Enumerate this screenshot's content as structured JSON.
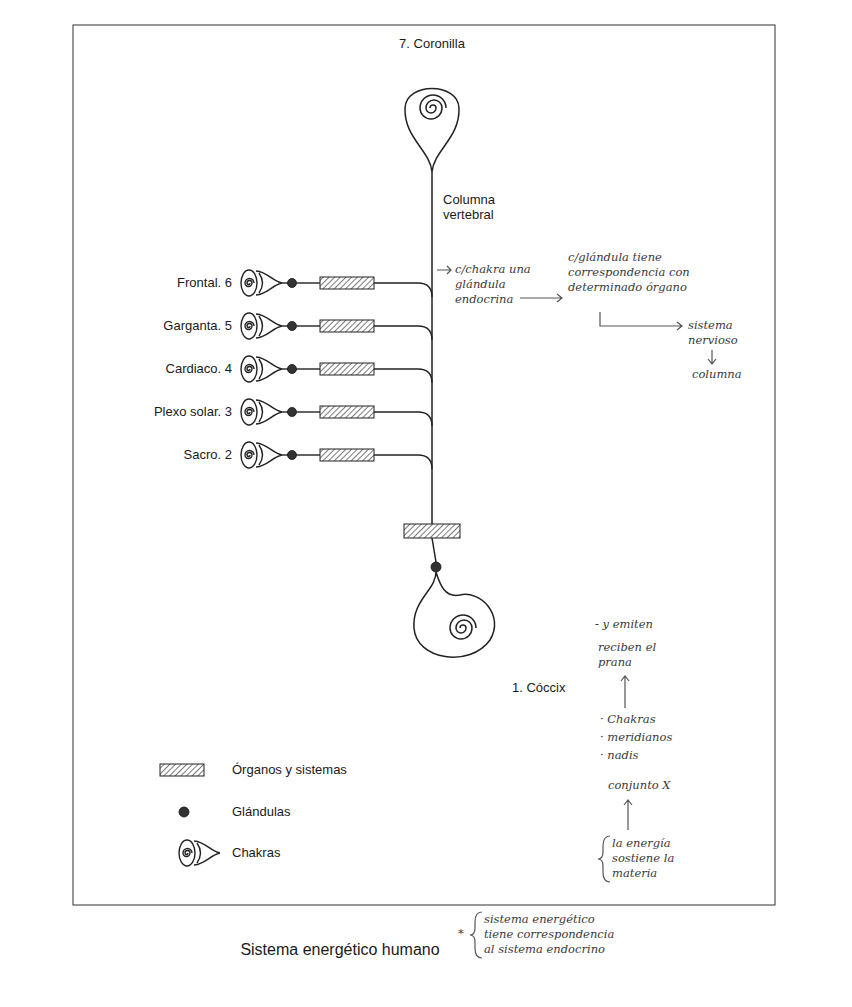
{
  "diagram": {
    "caption": "Sistema energético humano",
    "labels": [
      "7. Coronilla",
      "Columna vertebral",
      "Frontal. 6",
      "Garganta. 5",
      "Cardiaco. 4",
      "Plexo solar. 3",
      "Sacro. 2",
      "1. Cóccix",
      "c/chakra una glándula endocrina",
      "c/glándula tiene correspondencia con determinado órgano",
      "sistema nervioso",
      "columna",
      "- y emiten",
      "reciben el prana",
      "· Chakras",
      "· meridianos",
      "· nadis",
      "conjunto X",
      "la energía sostiene la materia",
      "*",
      "sistema energético tiene correspondencia al sistema endocrino"
    ],
    "legend": [
      {
        "text": "Órganos y sistemas"
      },
      {
        "text": "Glándulas"
      },
      {
        "text": "Chakras"
      }
    ]
  }
}
